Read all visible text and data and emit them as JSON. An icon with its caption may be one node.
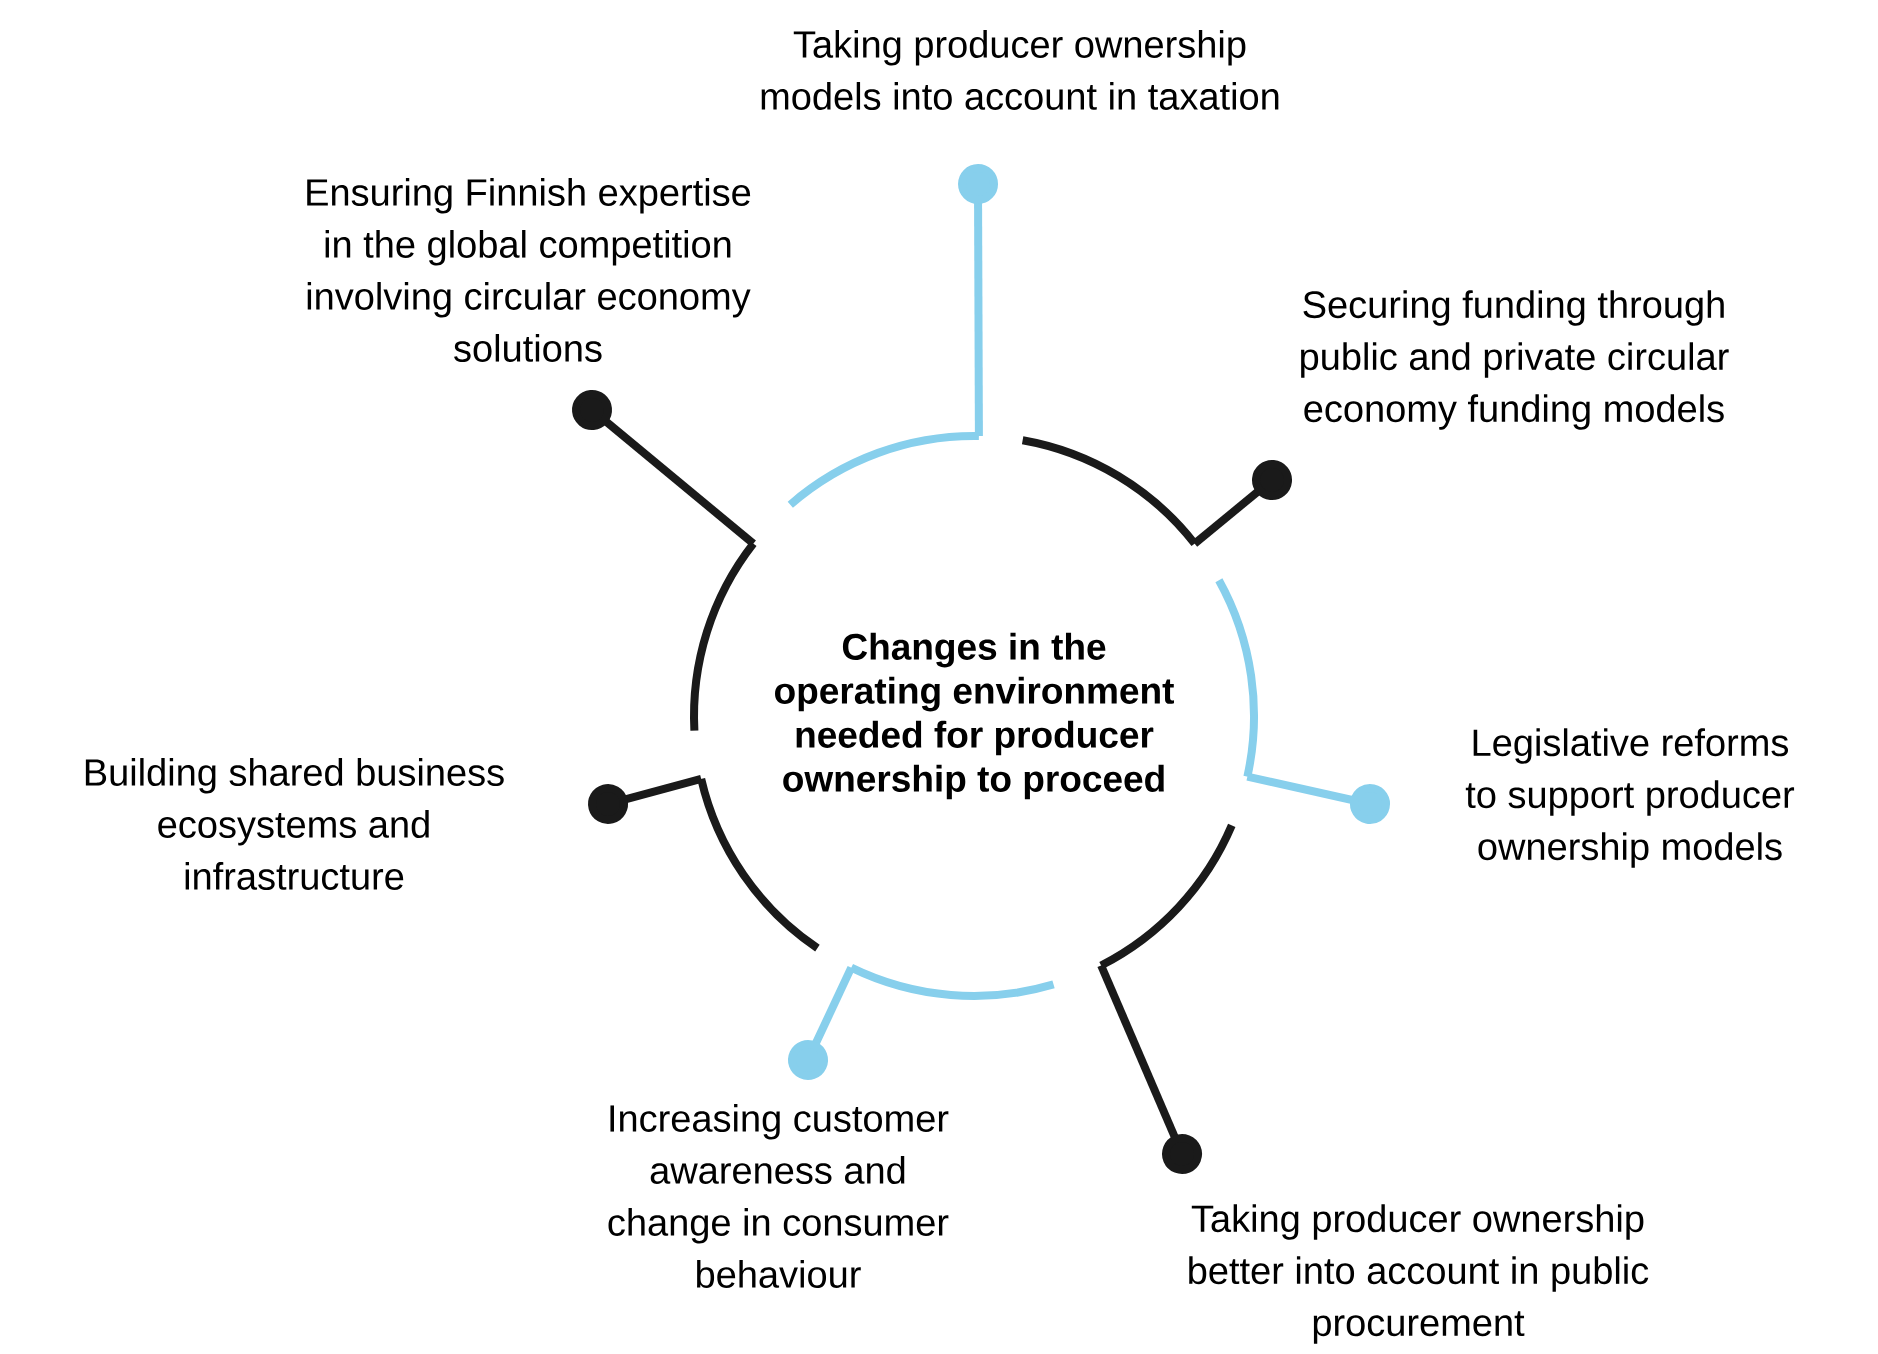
{
  "diagram": {
    "nodes": [
      {
        "text": [
          "Changes in the operating environment needed for producer ownership to proceed"
        ]
      },
      {
        "text": [
          "Taking producer ownership models into account in taxation"
        ]
      },
      {
        "text": [
          "Securing funding through public and private circular economy funding models"
        ]
      },
      {
        "text": [
          "Legislative reforms to support producer ownership models"
        ]
      },
      {
        "text": [
          "Taking producer ownership better into account in public procurement"
        ]
      },
      {
        "text": [
          "Increasing customer awareness and change in consumer behaviour"
        ]
      },
      {
        "text": [
          "Building shared business ecosystems and infrastructure"
        ]
      },
      {
        "text": [
          "Ensuring Finnish expertise in the global competition involving circular economy solutions"
        ]
      }
    ],
    "edges": [
      {
        "from": 0,
        "to": 1,
        "arrow": "other",
        "color": "#87cfec"
      },
      {
        "from": 0,
        "to": 2,
        "arrow": "other"
      },
      {
        "from": 0,
        "to": 3,
        "arrow": "other",
        "color": "#87cfec"
      },
      {
        "from": 0,
        "to": 4,
        "arrow": "other"
      },
      {
        "from": 0,
        "to": 5,
        "arrow": "other",
        "color": "#87cfec"
      },
      {
        "from": 0,
        "to": 6,
        "arrow": "other"
      },
      {
        "from": 0,
        "to": 7,
        "arrow": "other"
      }
    ]
  }
}
